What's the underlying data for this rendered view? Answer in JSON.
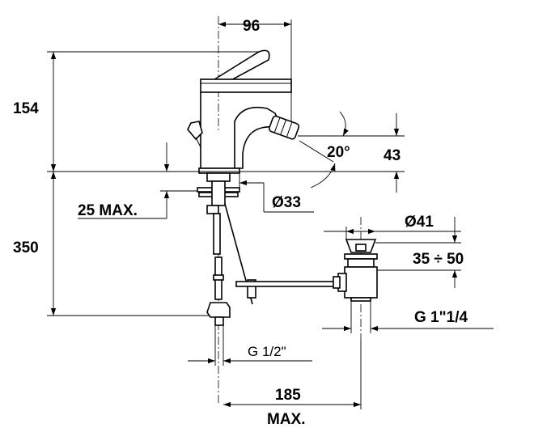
{
  "dimensions": {
    "top_width": "96",
    "body_height": "154",
    "total_height": "350",
    "spout_angle": "20°",
    "spout_offset": "43",
    "max_thickness": "25 MAX.",
    "base_diameter": "Ø33",
    "drain_diameter": "Ø41",
    "drain_range": "35 ÷ 50",
    "drain_thread": "G 1\"1/4",
    "supply_thread": "G 1/2\"",
    "drain_distance": "185",
    "drain_distance_suffix": "MAX."
  }
}
